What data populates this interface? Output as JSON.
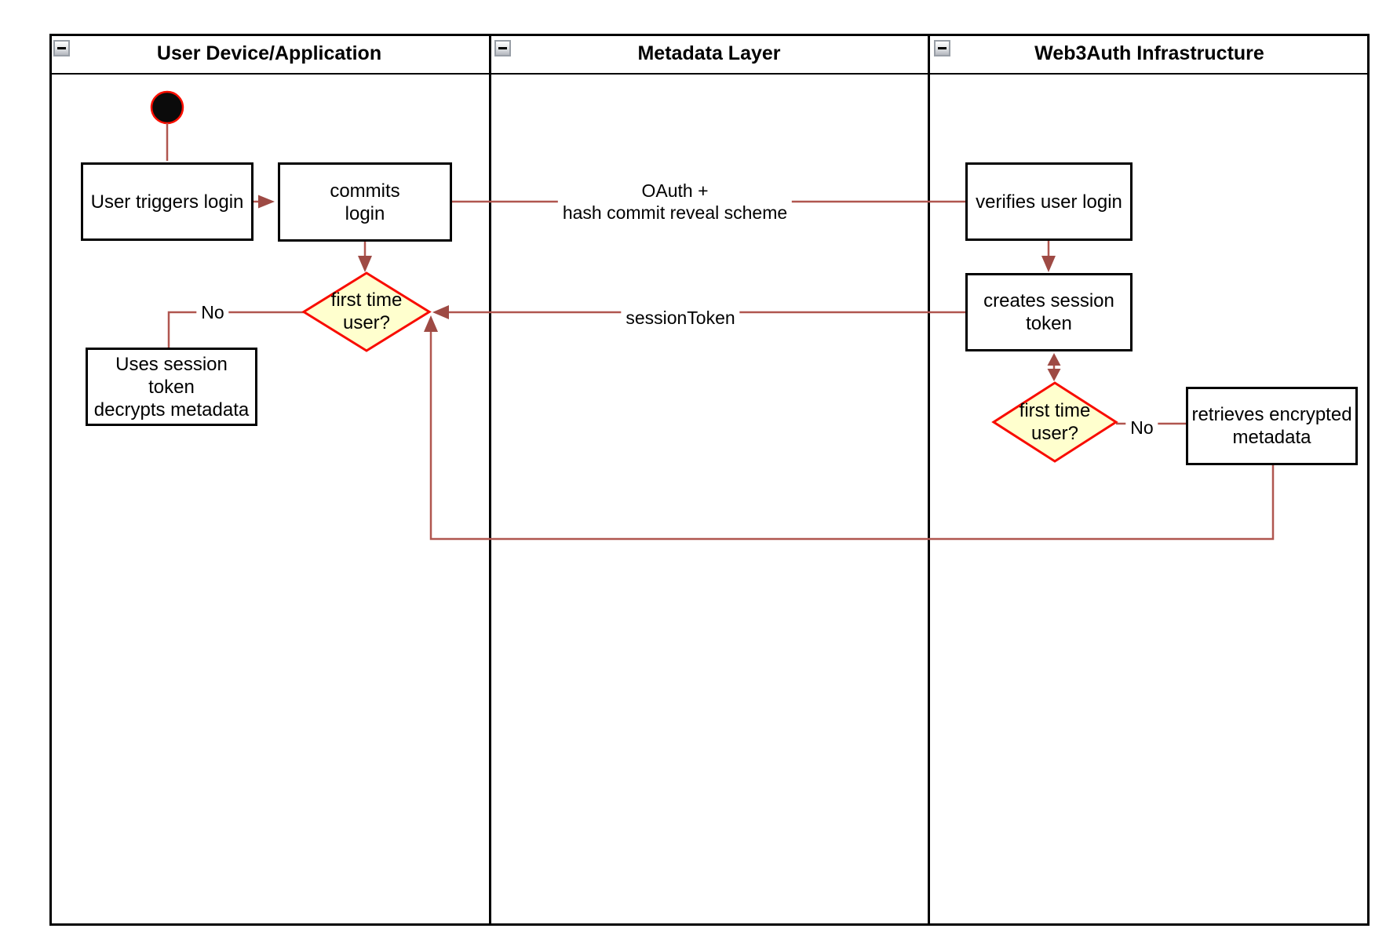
{
  "colors": {
    "edge": "#B0564F",
    "arrow": "#9E4A44",
    "diamond_fill": "#FFFFCE",
    "diamond_stroke": "#F80C00",
    "node_border": "#000000",
    "lane_border": "#000000",
    "start_fill": "#0B0B0B",
    "start_stroke": "#FA0F00",
    "text": "#000000"
  },
  "lanes": [
    {
      "title": "User Device/Application"
    },
    {
      "title": "Metadata Layer"
    },
    {
      "title": "Web3Auth Infrastructure"
    }
  ],
  "nodes": {
    "user_triggers_login": {
      "label": "User triggers login"
    },
    "commits_login": {
      "label": "commits\nlogin"
    },
    "verifies_user_login": {
      "label": "verifies user login"
    },
    "creates_session_token": {
      "label": "creates session\ntoken"
    },
    "first_time_user_device": {
      "label": "first time\nuser?"
    },
    "uses_session_token": {
      "label": "Uses session\ntoken\ndecrypts metadata"
    },
    "first_time_user_infra": {
      "label": "first time\nuser?"
    },
    "retrieves_encrypted_metadata": {
      "label": "retrieves encrypted\nmetadata"
    }
  },
  "edge_labels": {
    "oauth": "OAuth +\nhash commit reveal scheme",
    "session_token": "sessionToken",
    "no_device": "No",
    "no_infra": "No"
  }
}
